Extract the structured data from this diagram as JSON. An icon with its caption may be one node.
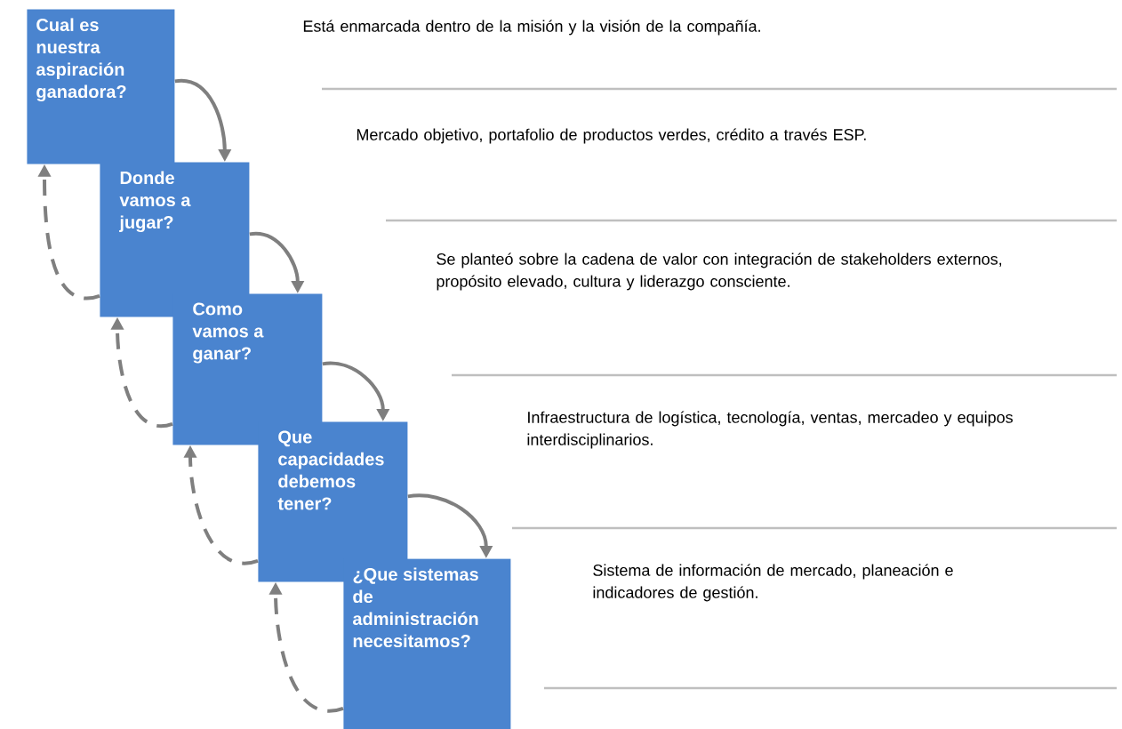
{
  "diagram": {
    "nodes": [
      {
        "text": [
          "Cual es nuestra aspiración ganadora?"
        ]
      },
      {
        "text": [
          "Donde vamos a jugar?"
        ]
      },
      {
        "text": [
          "Como vamos a ganar?"
        ]
      },
      {
        "text": [
          "Que capacidades debemos tener?"
        ]
      },
      {
        "text": [
          "¿Que sistemas de administración necesitamos?"
        ]
      }
    ],
    "edges": [
      {
        "from": 0,
        "to": 1,
        "arrow": "to"
      },
      {
        "from": 1,
        "to": 2,
        "arrow": "to"
      },
      {
        "from": 2,
        "to": 3,
        "arrow": "to"
      },
      {
        "from": 3,
        "to": 4,
        "arrow": "to"
      },
      {
        "from": 1,
        "to": 0,
        "arrow": "to",
        "style": "dashed"
      },
      {
        "from": 2,
        "to": 1,
        "arrow": "to",
        "style": "dashed"
      },
      {
        "from": 3,
        "to": 2,
        "arrow": "to",
        "style": "dashed"
      },
      {
        "from": 4,
        "to": 3,
        "arrow": "to",
        "style": "dashed"
      }
    ],
    "labels": [
      "Está enmarcada dentro de la misión y la visión de la compañía.",
      "Mercado objetivo, portafolio de productos verdes, crédito  a través ESP.",
      "Se planteó sobre la cadena de valor  con  integración de stakeholders externos, propósito elevado, cultura y liderazgo  consciente.",
      "Infraestructura de logística, tecnología,  ventas, mercadeo y equipos interdisciplinarios.",
      "Sistema de información de mercado, planeación e indicadores de gestión."
    ]
  }
}
